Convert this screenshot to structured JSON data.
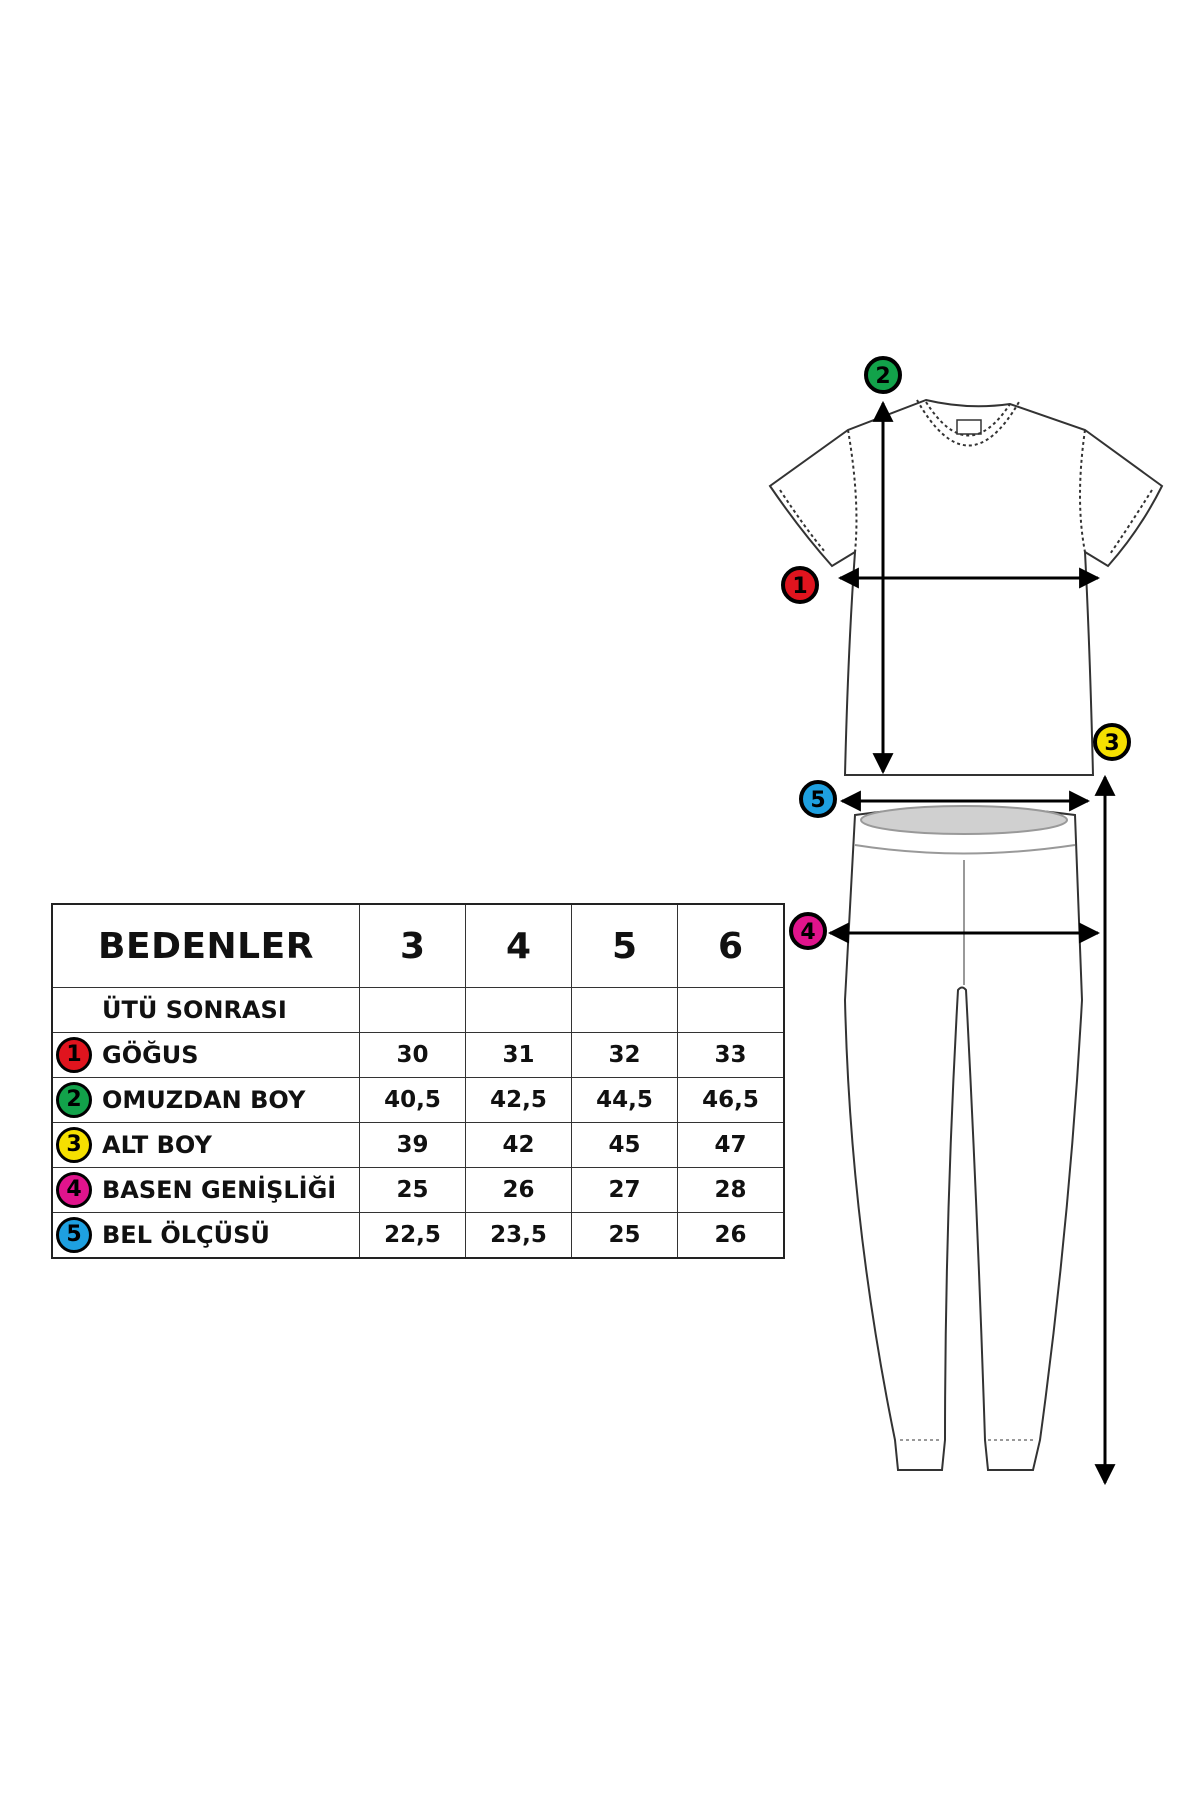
{
  "table": {
    "header": {
      "title": "BEDENLER",
      "sizes": [
        "3",
        "4",
        "5",
        "6"
      ]
    },
    "subheader": "ÜTÜ SONRASI",
    "rows": [
      {
        "marker": "1",
        "label": "GÖĞUS",
        "values": [
          "30",
          "31",
          "32",
          "33"
        ],
        "color": "#e0141e"
      },
      {
        "marker": "2",
        "label": "OMUZDAN BOY",
        "values": [
          "40,5",
          "42,5",
          "44,5",
          "46,5"
        ],
        "color": "#12a24a"
      },
      {
        "marker": "3",
        "label": "ALT BOY",
        "values": [
          "39",
          "42",
          "45",
          "47"
        ],
        "color": "#f5e000"
      },
      {
        "marker": "4",
        "label": "BASEN GENİŞLİĞİ",
        "values": [
          "25",
          "26",
          "27",
          "28"
        ],
        "color": "#e0148c"
      },
      {
        "marker": "5",
        "label": "BEL ÖLÇÜSÜ",
        "values": [
          "22,5",
          "23,5",
          "25",
          "26"
        ],
        "color": "#1ea0e0"
      }
    ]
  },
  "diagram": {
    "markers": [
      {
        "number": "1",
        "color": "#e0141e"
      },
      {
        "number": "2",
        "color": "#12a24a"
      },
      {
        "number": "3",
        "color": "#f5e000"
      },
      {
        "number": "4",
        "color": "#e0148c"
      },
      {
        "number": "5",
        "color": "#1ea0e0"
      }
    ]
  }
}
